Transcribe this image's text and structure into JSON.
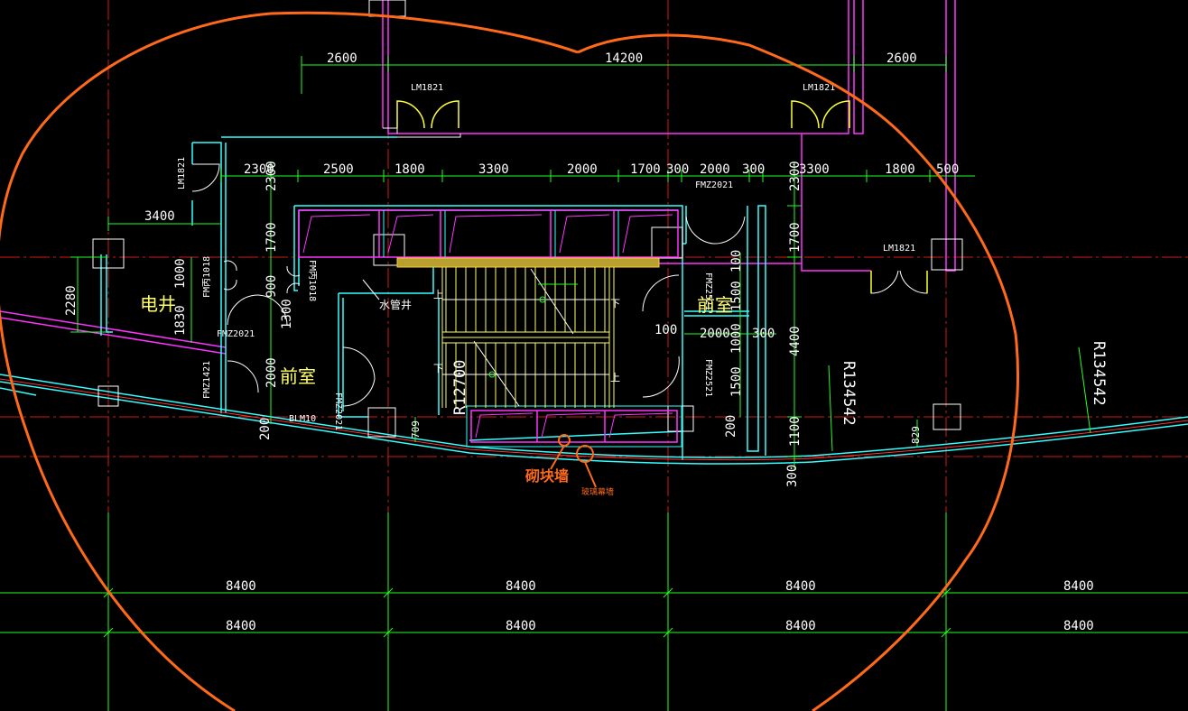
{
  "drawing": {
    "top_dims": {
      "span_total": "14200",
      "left_bay": "2600",
      "right_bay": "2600"
    },
    "row_dims": [
      "2300",
      "2500",
      "1800",
      "3300",
      "2000",
      "1700",
      "300",
      "2000",
      "300",
      "3300",
      "1800",
      "500"
    ],
    "left_dims": {
      "d3400": "3400",
      "d2280": "2280",
      "d1000": "1000",
      "d1830": "1830",
      "d900": "900",
      "d1300": "1300",
      "d2000": "2000",
      "d200": "200",
      "d2300": "2300",
      "d1700": "1700"
    },
    "right_dims": {
      "d2300": "2300",
      "d1700": "1700",
      "d4400": "4400",
      "d1100": "1100",
      "d300": "300",
      "d100a": "100",
      "d1500a": "1500",
      "d1000": "1000",
      "d1500b": "1500",
      "d200": "200",
      "d100b": "100",
      "d2000": "2000",
      "d300b": "300"
    },
    "misc_dims": {
      "d709": "709",
      "d829": "829"
    },
    "door_labels": {
      "lm1821_top_left": "LM1821",
      "lm1821_top_right": "LM1821",
      "lm1821_left": "LM1821",
      "lm1821_right": "LM1821",
      "fmz2021_right_top": "FMZ2021",
      "fmz2021_left": "FMZ2021",
      "fmz2021_mid": "FMZ2021",
      "fm1018_a": "FM丙1018",
      "fm1018_b": "FM丙1018",
      "fmz1421": "FMZ1421",
      "fmz2521_a": "FMZ2521",
      "fmz2521_b": "FMZ2521",
      "blm10": "BLM10"
    },
    "room_labels": {
      "elec_shaft": "电井",
      "front_room_left": "前室",
      "front_room_right": "前室",
      "water_shaft": "水管井"
    },
    "stair_marks": {
      "up_a": "上",
      "down_a": "下",
      "up_b": "上",
      "down_b": "下"
    },
    "radii": {
      "r_center": "R12700",
      "r_mid": "R134542",
      "r_right": "R134542"
    },
    "annotations": {
      "masonry_wall": "砌块墙",
      "glass_curtain": "玻璃幕墙"
    },
    "grid_dims": {
      "row1": [
        "8400",
        "8400",
        "8400",
        "8400"
      ],
      "row2": [
        "8400",
        "8400",
        "8400",
        "8400"
      ]
    },
    "colors": {
      "background": "#000000",
      "grid_red": "#d01818",
      "dim_green": "#22ff22",
      "wall_cyan": "#33ffff",
      "wall_magenta": "#ff33ff",
      "door_yellow": "#ffff33",
      "cloud_orange": "#ff6a1a"
    }
  }
}
